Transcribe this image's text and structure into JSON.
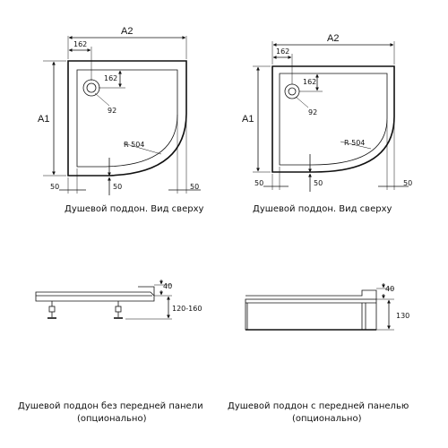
{
  "tray_top_1": {
    "label_a2": "A2",
    "label_a1": "A1",
    "dim_162_h": "162",
    "dim_162_v": "162",
    "dim_92": "92",
    "dim_r504": "R 504",
    "dim_50_left": "50",
    "dim_50_mid": "50",
    "dim_50_right": "50",
    "caption": "Душевой поддон. Вид сверху"
  },
  "tray_top_2": {
    "label_a2": "A2",
    "label_a1": "A1",
    "dim_162_h": "162",
    "dim_162_v": "162",
    "dim_92": "92",
    "dim_r504": "R 504",
    "dim_50_left": "50",
    "dim_50_mid": "50",
    "dim_50_right": "50",
    "caption": "Душевой поддон. Вид сверху"
  },
  "tray_side_1": {
    "dim_40": "40",
    "dim_height": "120-160",
    "caption_line1": "Душевой поддон без передней панели",
    "caption_line2": "(опционально)"
  },
  "tray_side_2": {
    "dim_40": "40",
    "dim_height": "130",
    "caption_line1": "Душевой поддон с передней панелью",
    "caption_line2": "(опционально)"
  }
}
